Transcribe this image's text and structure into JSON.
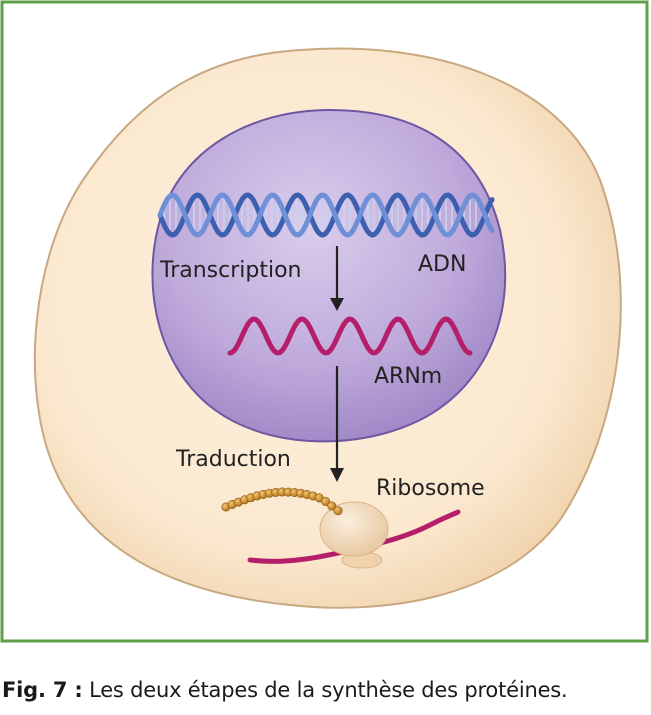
{
  "labels": {
    "dna": "ADN",
    "transcription": "Transcription",
    "mrna": "ARNm",
    "translation": "Traduction",
    "ribosome": "Ribosome"
  },
  "caption": {
    "figure_number": "Fig. 7 :",
    "text": " Les deux étapes de la synthèse des protéines."
  },
  "colors": {
    "frame": "#5fa04a",
    "cell": "#fcecd5",
    "nucleus": "#bba6d8",
    "dna": "#4a6fc0",
    "mrna": "#b51f6a",
    "peptide": "#d39a35",
    "ribosome": "#f3dcb8",
    "arrow": "#222222"
  }
}
